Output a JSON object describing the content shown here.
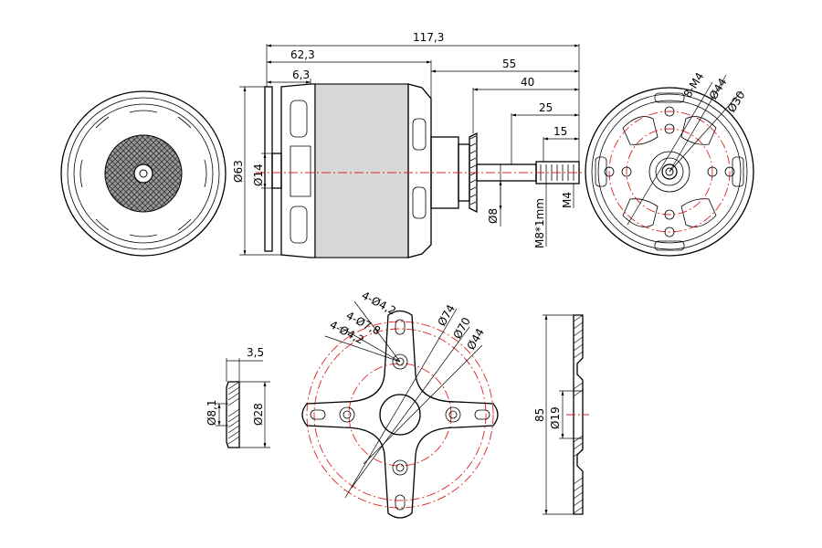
{
  "dimensions": {
    "overall_length": "117,3",
    "bell_length": "62,3",
    "front_flange": "6,3",
    "shaft_from_body": "55",
    "shaft_from_nut": "40",
    "shaft_end_25": "25",
    "shaft_end_15": "15",
    "body_diameter": "Ø63",
    "bearing_diameter": "Ø14",
    "shaft_diameter": "Ø8",
    "thread_m4": "M4",
    "shaft_thread": "M8*1mm",
    "mount_holes": "8-M4",
    "pcd_44": "Ø44",
    "pcd_30": "Ø30",
    "hole_4_2_top": "4-Ø4,2",
    "hole_7_8": "4-Ø7,8",
    "hole_4_2_lower": "4-Ø4,2",
    "pcd_74": "Ø74",
    "pcd_70": "Ø70",
    "pcd_44_mount": "Ø44",
    "spacer_thickness": "3,5",
    "spacer_inner": "Ø8,1",
    "spacer_outer": "Ø28",
    "mount_height": "85",
    "mount_bore": "Ø19"
  },
  "colors": {
    "line": "#000000",
    "center_line": "#e02020",
    "body_fill": "#d8d8d8"
  }
}
